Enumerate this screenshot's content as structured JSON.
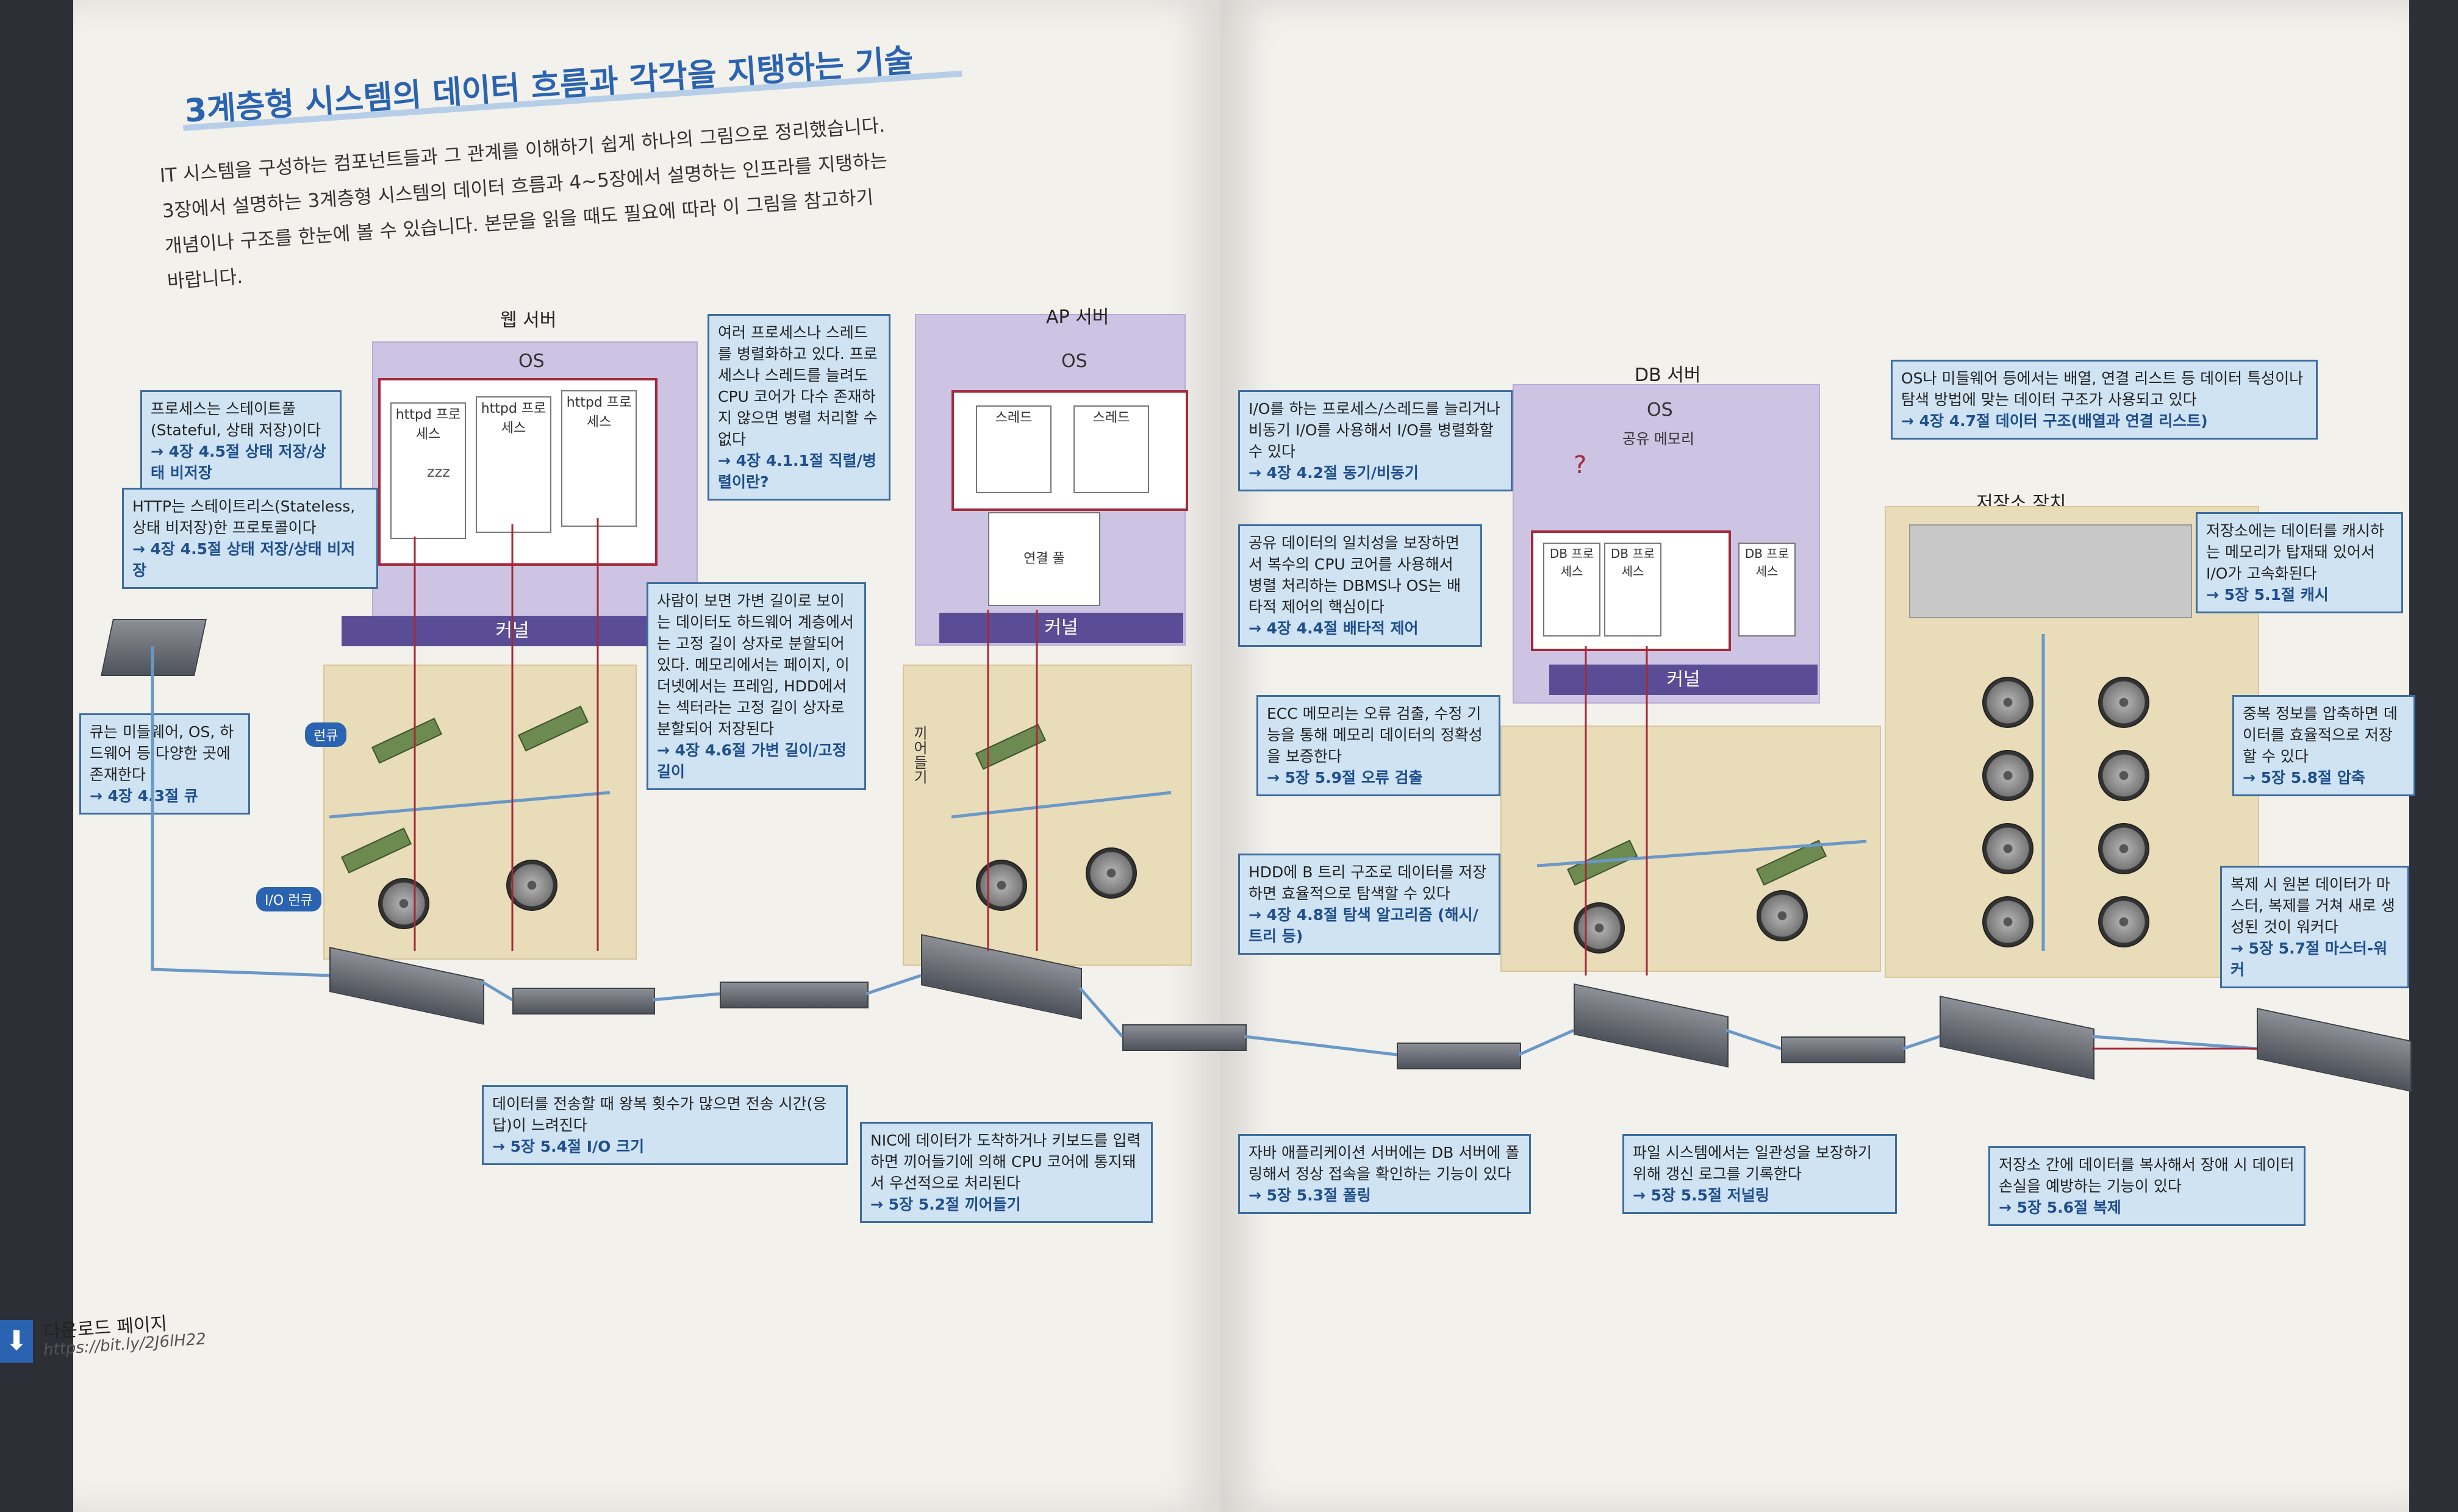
{
  "header": {
    "title": "3계층형 시스템의 데이터 흐름과 각각을 지탱하는 기술",
    "intro": [
      "IT 시스템을 구성하는 컴포넌트들과 그 관계를 이해하기 쉽게 하나의 그림으로 정리했습니다.",
      "3장에서 설명하는 3계층형 시스템의 데이터 흐름과 4~5장에서 설명하는 인프라를 지탱하는",
      "개념이나 구조를 한눈에 볼 수 있습니다. 본문을 읽을 때도 필요에 따라 이 그림을 참고하기",
      "바랍니다."
    ]
  },
  "servers": {
    "web": {
      "title": "웹 서버",
      "os": "OS",
      "kernel": "커널",
      "procs": [
        "httpd 프로세스",
        "httpd 프로세스",
        "httpd 프로세스"
      ],
      "zzz": "zzz"
    },
    "ap": {
      "title": "AP 서버",
      "os": "OS",
      "kernel": "커널",
      "threads": [
        "스레드",
        "스레드"
      ],
      "pool": "연결 풀",
      "interrupt": "끼어들기"
    },
    "db": {
      "title": "DB 서버",
      "os": "OS",
      "shared_mem": "공유 메모리",
      "kernel": "커널",
      "procs": [
        "DB 프로세스",
        "DB 프로세스",
        "DB 프로세스"
      ],
      "question": "?"
    },
    "storage": {
      "title": "저장소 장치"
    }
  },
  "badges": {
    "queue": "런큐",
    "io_queue": "I/O 런큐"
  },
  "callouts": {
    "stateful": {
      "text": "프로세스는 스테이트풀(Stateful, 상태 저장)이다",
      "ref": "→ 4장 4.5절 상태 저장/상태 비저장"
    },
    "stateless": {
      "text": "HTTP는 스테이트리스(Stateless, 상태 비저장)한 프로토콜이다",
      "ref": "→ 4장 4.5절 상태 저장/상태 비저장"
    },
    "parallel": {
      "text": "여러 프로세스나 스레드를 병렬화하고 있다. 프로세스나 스레드를 늘려도 CPU 코어가 다수 존재하지 않으면 병렬 처리할 수 없다",
      "ref": "→ 4장 4.1.1절 직렬/병렬이란?"
    },
    "fixed_length": {
      "text": "사람이 보면 가변 길이로 보이는 데이터도 하드웨어 계층에서는 고정 길이 상자로 분할되어 있다. 메모리에서는 페이지, 이더넷에서는 프레임, HDD에서는 섹터라는 고정 길이 상자로 분할되어 저장된다",
      "ref": "→ 4장 4.6절 가변 길이/고정 길이"
    },
    "queue": {
      "text": "큐는 미들웨어, OS, 하드웨어 등 다양한 곳에 존재한다",
      "ref": "→ 4장 4.3절 큐"
    },
    "io_size": {
      "text": "데이터를 전송할 때 왕복 횟수가 많으면 전송 시간(응답)이 느려진다",
      "ref": "→ 5장 5.4절 I/O 크기"
    },
    "interrupt": {
      "text": "NIC에 데이터가 도착하거나 키보드를 입력하면 끼어들기에 의해 CPU 코어에 통지돼서 우선적으로 처리된다",
      "ref": "→ 5장 5.2절 끼어들기"
    },
    "sync_async": {
      "text": "I/O를 하는 프로세스/스레드를 늘리거나 비동기 I/O를 사용해서 I/O를 병렬화할 수 있다",
      "ref": "→ 4장 4.2절 동기/비동기"
    },
    "exclusive": {
      "text": "공유 데이터의 일치성을 보장하면서 복수의 CPU 코어를 사용해서 병렬 처리하는 DBMS나 OS는 배타적 제어의 핵심이다",
      "ref": "→ 4장 4.4절 배타적 제어"
    },
    "ecc": {
      "text": "ECC 메모리는 오류 검출, 수정 기능을 통해 메모리 데이터의 정확성을 보증한다",
      "ref": "→ 5장 5.9절 오류 검출"
    },
    "btree": {
      "text": "HDD에 B 트리 구조로 데이터를 저장하면 효율적으로 탐색할 수 있다",
      "ref": "→ 4장 4.8절 탐색 알고리즘 (해시/트리 등)"
    },
    "polling": {
      "text": "자바 애플리케이션 서버에는 DB 서버에 폴링해서 정상 접속을 확인하는 기능이 있다",
      "ref": "→ 5장 5.3절 폴링"
    },
    "journaling": {
      "text": "파일 시스템에서는 일관성을 보장하기 위해 갱신 로그를 기록한다",
      "ref": "→ 5장 5.5절 저널링"
    },
    "replication": {
      "text": "저장소 간에 데이터를 복사해서 장애 시 데이터 손실을 예방하는 기능이 있다",
      "ref": "→ 5장 5.6절 복제"
    },
    "data_structure": {
      "text": "OS나 미들웨어 등에서는 배열, 연결 리스트 등 데이터 특성이나 탐색 방법에 맞는 데이터 구조가 사용되고 있다",
      "ref": "→ 4장 4.7절 데이터 구조(배열과 연결 리스트)"
    },
    "cache": {
      "text": "저장소에는 데이터를 캐시하는 메모리가 탑재돼 있어서 I/O가 고속화된다",
      "ref": "→ 5장 5.1절 캐시"
    },
    "compression": {
      "text": "중복 정보를 압축하면 데이터를 효율적으로 저장할 수 있다",
      "ref": "→ 5장 5.8절 압축"
    },
    "master_worker": {
      "text": "복제 시 원본 데이터가 마스터, 복제를 거쳐 새로 생성된 것이 워커다",
      "ref": "→ 5장 5.7절 마스터-워커"
    }
  },
  "footer": {
    "download": "다운로드 페이지",
    "url": "https://bit.ly/2J6lH22",
    "icon": "download-icon"
  },
  "colors": {
    "title": "#2a63b0",
    "server": "#cdc4e4",
    "kernel": "#5a4d96",
    "callout": "#cfe3f3",
    "hardware": "#e9dcb8",
    "flow": "#a32a3a"
  }
}
